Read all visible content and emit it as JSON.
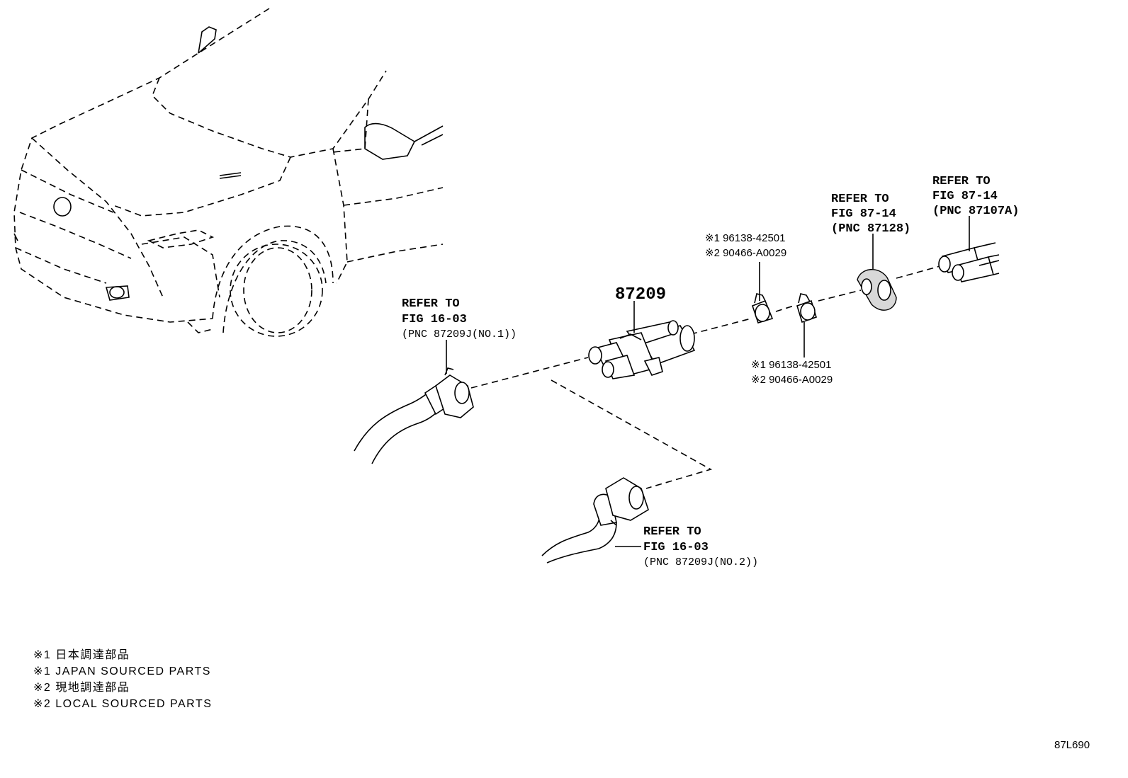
{
  "labels": {
    "part_main": "87209",
    "refer_hose1": {
      "line1": "REFER TO",
      "line2": "FIG 16-03",
      "line3": "(PNC 87209J(NO.1))"
    },
    "refer_hose2": {
      "line1": "REFER TO",
      "line2": "FIG 16-03",
      "line3": "(PNC 87209J(NO.2))"
    },
    "refer_grommet": {
      "line1": "REFER TO",
      "line2": "FIG 87-14",
      "line3": "(PNC 87128)"
    },
    "refer_pipe": {
      "line1": "REFER TO",
      "line2": "FIG 87-14",
      "line3": "(PNC 87107A)"
    },
    "clip_upper": {
      "line1": "※1 96138-42501",
      "line2": "※2 90466-A0029"
    },
    "clip_lower": {
      "line1": "※1 96138-42501",
      "line2": "※2 90466-A0029"
    }
  },
  "notes": [
    "※1 日本調達部品",
    "※1 JAPAN SOURCED PARTS",
    "※2 現地調達部品",
    "※2 LOCAL SOURCED PARTS"
  ],
  "figure_code": "87L690"
}
